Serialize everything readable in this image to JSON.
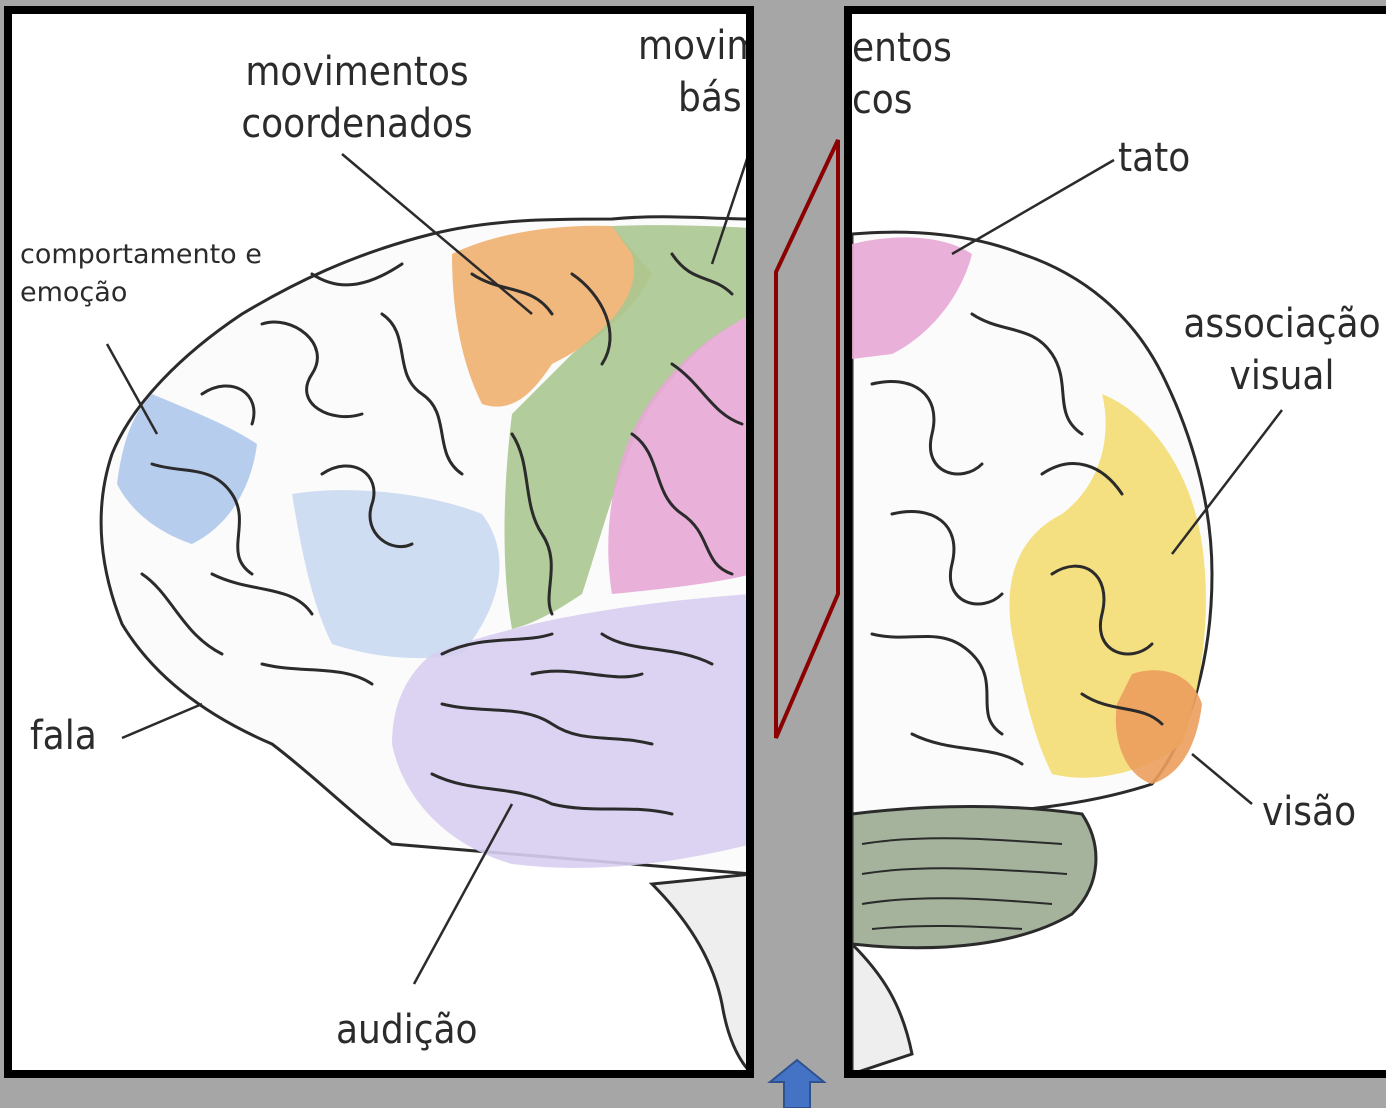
{
  "labels": {
    "movimentos_coordenados": [
      "movimentos",
      "coordenados"
    ],
    "movimentos_basicos_left": [
      "movim",
      "bás"
    ],
    "movimentos_basicos_right": [
      "entos",
      "cos"
    ],
    "comportamento": [
      "comportamento e",
      "emoção"
    ],
    "fala": "fala",
    "audicao": "audição",
    "tato": "tato",
    "associacao_visual": [
      "associação",
      "visual"
    ],
    "visao": "visão"
  },
  "colors": {
    "background": "#a6a6a6",
    "frame": "#000000",
    "parallelogram": "#8b0000",
    "arrow": "#4472c4",
    "orange": "#f0b070",
    "green": "#aac690",
    "pink": "#e7a9d6",
    "blue": "#a9c4ea",
    "lavender": "#d7cef0",
    "yellow": "#f4de7a",
    "dark_orange": "#ec9d5c",
    "gray_green": "#a5b39c"
  },
  "icons": [
    "up-arrow-icon"
  ]
}
